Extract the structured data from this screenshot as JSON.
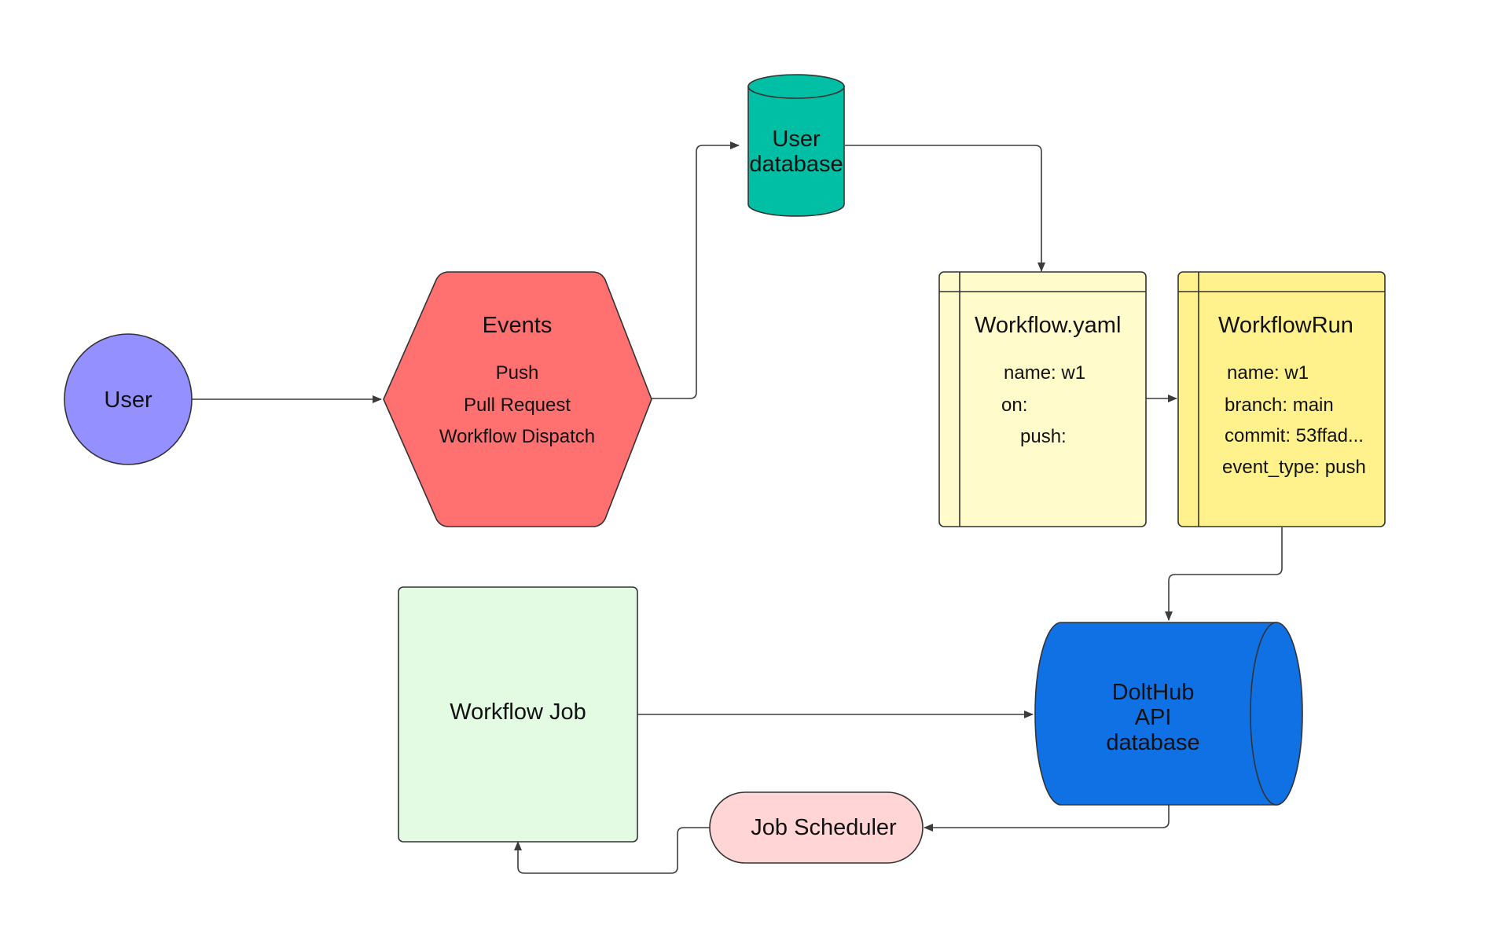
{
  "nodes": {
    "user": {
      "label": "User",
      "color": "#9590FF"
    },
    "events": {
      "title": "Events",
      "items": [
        "Push",
        "Pull Request",
        "Workflow Dispatch"
      ],
      "color": "#FF7070"
    },
    "user_db": {
      "line1": "User",
      "line2": "database",
      "color": "#00BFA5"
    },
    "workflow_yaml": {
      "title": "Workflow.yaml",
      "lines": [
        "name: w1",
        "on:",
        "push:"
      ],
      "color": "#FFFBCA"
    },
    "workflow_run": {
      "title": "WorkflowRun",
      "lines": [
        "name: w1",
        "branch: main",
        "commit: 53ffad...",
        "event_type: push"
      ],
      "color": "#FFF18C"
    },
    "dolthub_db": {
      "line1": "DoltHub",
      "line2": "API",
      "line3": "database",
      "color": "#1071E5"
    },
    "workflow_job": {
      "label": "Workflow Job",
      "color": "#E3FAE3"
    },
    "job_scheduler": {
      "label": "Job Scheduler",
      "color": "#FFD6D5"
    }
  },
  "edges": [
    {
      "from": "user",
      "to": "events"
    },
    {
      "from": "events",
      "to": "user_db"
    },
    {
      "from": "user_db",
      "to": "workflow_yaml"
    },
    {
      "from": "workflow_yaml",
      "to": "workflow_run"
    },
    {
      "from": "workflow_run",
      "to": "dolthub_db"
    },
    {
      "from": "workflow_job",
      "to": "dolthub_db"
    },
    {
      "from": "dolthub_db",
      "to": "job_scheduler"
    },
    {
      "from": "job_scheduler",
      "to": "workflow_job"
    }
  ],
  "colors": {
    "outline": "#333333",
    "edge": "#3C3C3C",
    "background": "#FFFFFF"
  }
}
